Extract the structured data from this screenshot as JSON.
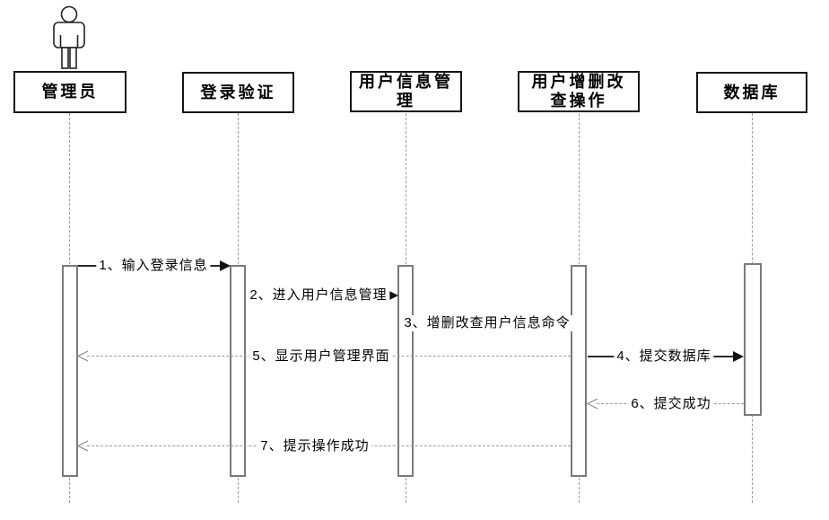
{
  "diagram_type": "uml-sequence-diagram",
  "colors": {
    "background": "#ffffff",
    "box_border": "#161616",
    "solid_message_line": "#2b2b2b",
    "dashed_message_line": "#9a9a9a",
    "activation_border": "#7a7a7a",
    "text": "#000000"
  },
  "actor": {
    "icon": "person-icon",
    "label": "管理员"
  },
  "participants": [
    {
      "id": "admin",
      "label": "管理员",
      "lines": [
        "管理员"
      ],
      "type": "actor"
    },
    {
      "id": "login",
      "label": "登录验证",
      "lines": [
        "登录验证"
      ],
      "type": "object"
    },
    {
      "id": "userinfo",
      "label": "用户信息管理",
      "lines": [
        "用户信息管",
        "理"
      ],
      "type": "object"
    },
    {
      "id": "crud",
      "label": "用户增删改查操作",
      "lines": [
        "用户增删改",
        "查操作"
      ],
      "type": "object"
    },
    {
      "id": "database",
      "label": "数据库",
      "lines": [
        "数据库"
      ],
      "type": "object"
    }
  ],
  "messages": [
    {
      "num": 1,
      "label": "1、输入登录信息",
      "from": "管理员",
      "to": "登录验证",
      "line": "solid",
      "arrow": "filled"
    },
    {
      "num": 2,
      "label": "2、进入用户信息管理",
      "from": "登录验证",
      "to": "用户信息管理",
      "line": "solid",
      "arrow": "filled"
    },
    {
      "num": 3,
      "label": "3、增删改查用户信息命令",
      "from": "用户信息管理",
      "to": "用户增删改查操作",
      "line": "none",
      "arrow": "none"
    },
    {
      "num": 4,
      "label": "4、提交数据库",
      "from": "用户增删改查操作",
      "to": "数据库",
      "line": "solid",
      "arrow": "filled"
    },
    {
      "num": 5,
      "label": "5、显示用户管理界面",
      "from": "用户增删改查操作",
      "to": "管理员",
      "line": "dashed",
      "arrow": "open"
    },
    {
      "num": 6,
      "label": "6、提交成功",
      "from": "数据库",
      "to": "用户增删改查操作",
      "line": "dashed",
      "arrow": "open"
    },
    {
      "num": 7,
      "label": "7、提示操作成功",
      "from": "用户增删改查操作",
      "to": "管理员",
      "line": "dashed",
      "arrow": "open"
    }
  ]
}
